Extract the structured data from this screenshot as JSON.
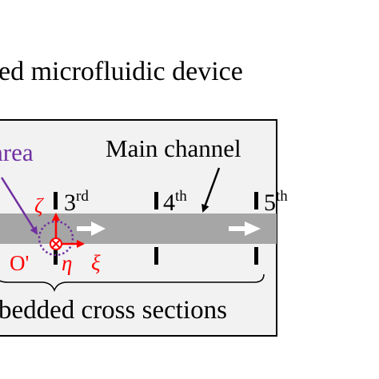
{
  "caption": "ed microfluidic device",
  "labels": {
    "area": "area",
    "main_channel": "Main channel",
    "sec3_num": "3",
    "sec3_sup": "rd",
    "sec4_num": "4",
    "sec4_sup": "th",
    "sec5_num": "5",
    "sec5_sup": "th",
    "origin": "O'",
    "eta": "η",
    "xi": "ξ",
    "zeta": "ζ",
    "brace_text": "bedded cross sections"
  },
  "colors": {
    "panel_bg": "#f2f2f2",
    "channel": "#a6a6a6",
    "marker": "#000000",
    "accent_red": "#ff0000",
    "accent_purple": "#7030a0",
    "flow_arrow": "#ffffff"
  }
}
